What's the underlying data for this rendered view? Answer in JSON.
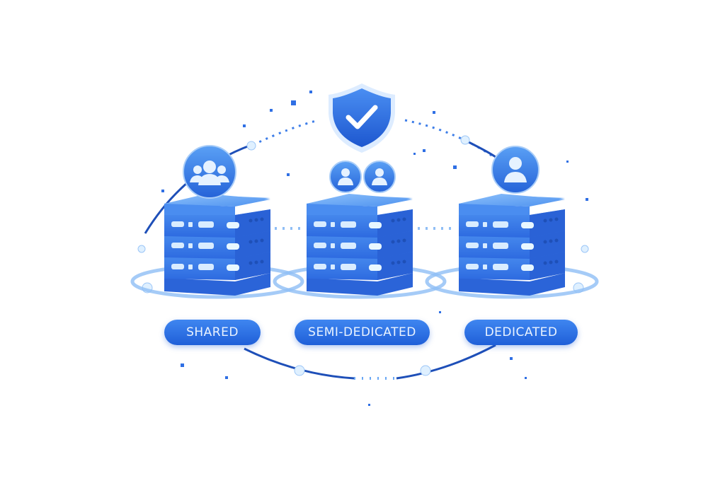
{
  "tiers": [
    {
      "label": "SHARED",
      "icon": "user-group-icon"
    },
    {
      "label": "SEMI-DEDICATED",
      "icon": "two-users-icon"
    },
    {
      "label": "DEDICATED",
      "icon": "single-user-icon"
    }
  ],
  "center_icon": "shield-check-icon",
  "colors": {
    "primary": "#2f6fe4",
    "light": "#6aa8f5",
    "glow": "#dff0ff",
    "orbit": "#1e4fb8"
  }
}
